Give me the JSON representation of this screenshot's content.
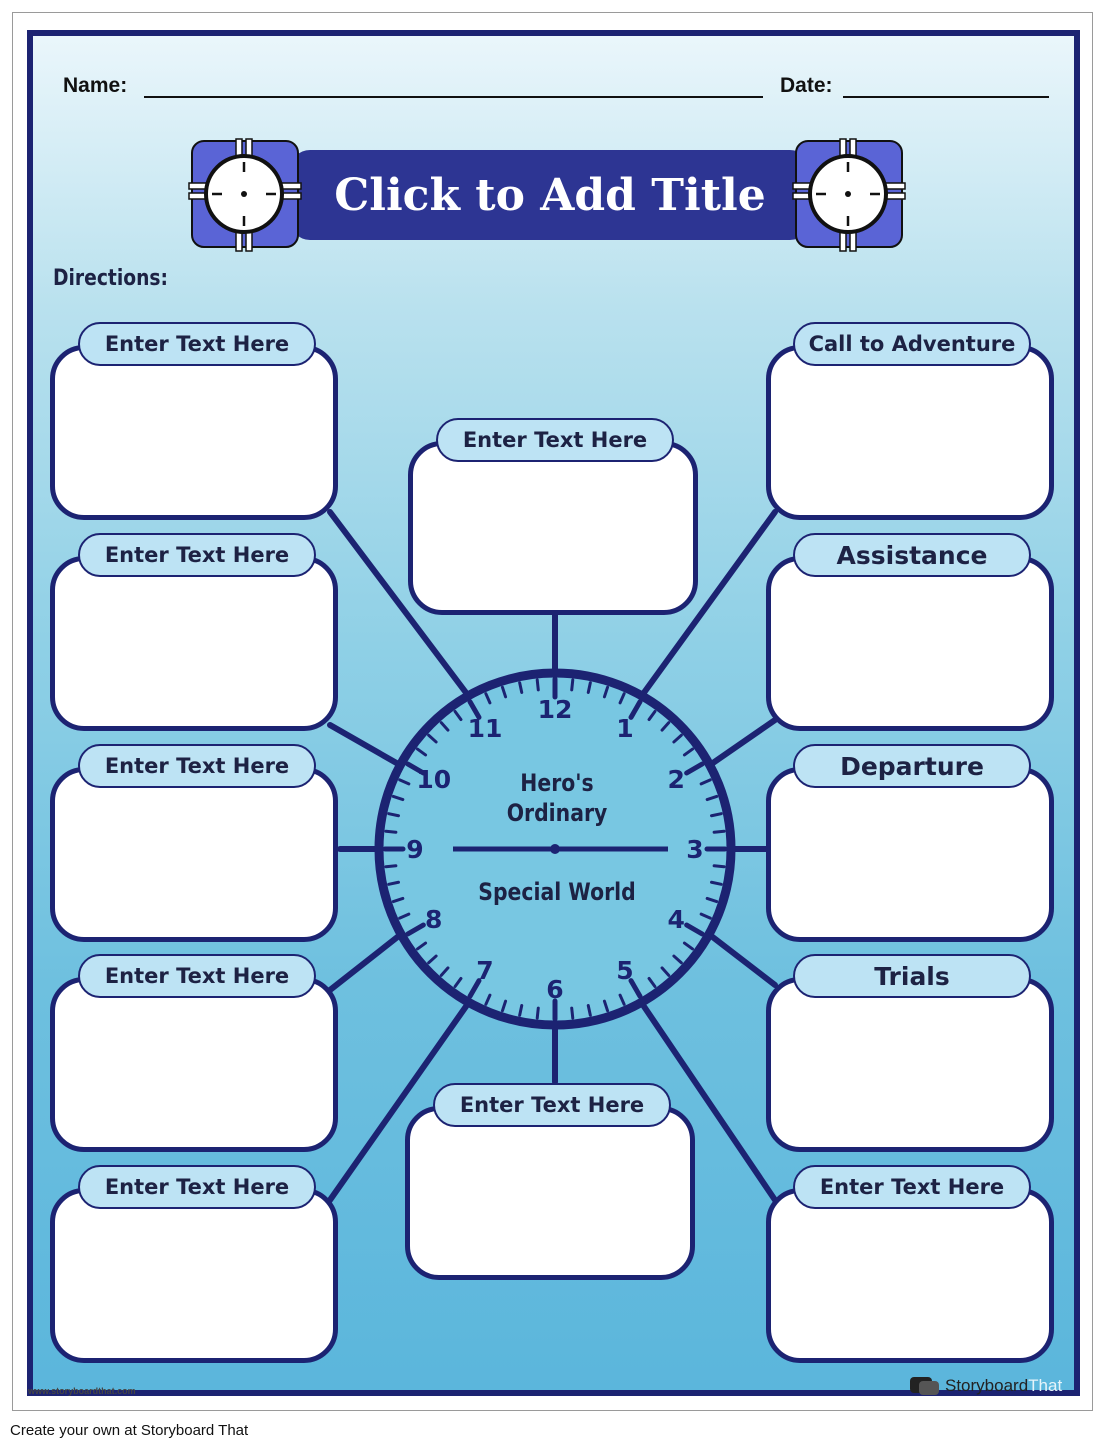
{
  "header": {
    "name_label": "Name:",
    "date_label": "Date:"
  },
  "title": "Click to Add Title",
  "directions_label": "Directions:",
  "center": {
    "line1": "Hero's",
    "line2": "Ordinary",
    "line3": "Special World"
  },
  "clock_numbers": [
    "12",
    "1",
    "2",
    "3",
    "4",
    "5",
    "6",
    "7",
    "8",
    "9",
    "10",
    "11"
  ],
  "boxes": {
    "left_1": "Enter Text Here",
    "left_2": "Enter Text Here",
    "left_3": "Enter Text Here",
    "left_4": "Enter Text Here",
    "left_5": "Enter Text Here",
    "top_center": "Enter Text Here",
    "bottom_center": "Enter Text Here",
    "right_1": "Call to Adventure",
    "right_2": "Assistance",
    "right_3": "Departure",
    "right_4": "Trials",
    "right_5": "Enter Text Here"
  },
  "footer": {
    "create_text": "Create your own at Storyboard That",
    "small_url": "www.storyboardthat.com",
    "logo_dark": "Storyboard",
    "logo_light": "That"
  },
  "colors": {
    "navy": "#1c2372",
    "banner": "#2d3593",
    "tab_fill": "#bde3f4",
    "icon_purple": "#5a64d6"
  },
  "icons": [
    "clock-icon-left",
    "clock-icon-right"
  ]
}
